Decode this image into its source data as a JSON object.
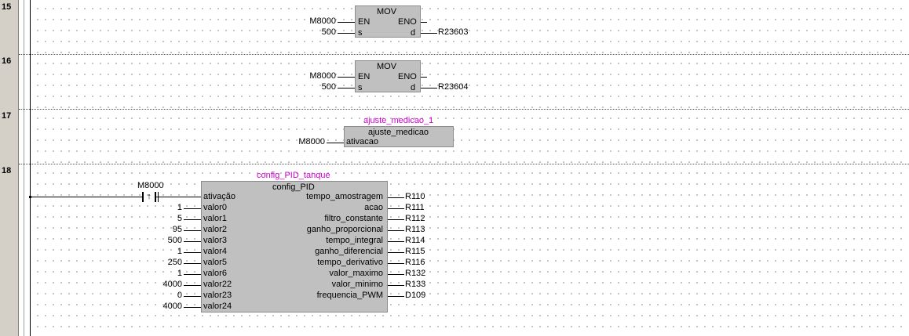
{
  "rows": [
    {
      "number": "15"
    },
    {
      "number": "16"
    },
    {
      "number": "17"
    },
    {
      "number": "18"
    }
  ],
  "rung15": {
    "title": "MOV",
    "en": "EN",
    "eno": "ENO",
    "s": "s",
    "d": "d",
    "contact": "M8000",
    "source": "500",
    "dest": "R23603"
  },
  "rung16": {
    "title": "MOV",
    "en": "EN",
    "eno": "ENO",
    "s": "s",
    "d": "d",
    "contact": "M8000",
    "source": "500",
    "dest": "R23604"
  },
  "rung17": {
    "instance": "ajuste_medicao_1",
    "title": "ajuste_medicao",
    "pin": "ativacao",
    "contact": "M8000"
  },
  "rung18": {
    "instance": "config_PID_tanque",
    "title": "config_PID",
    "contact": "M8000",
    "contact_symbol": "↑",
    "inputs": [
      {
        "pin": "ativação",
        "value": ""
      },
      {
        "pin": "valor0",
        "value": "1"
      },
      {
        "pin": "valor1",
        "value": "5"
      },
      {
        "pin": "valor2",
        "value": "95"
      },
      {
        "pin": "valor3",
        "value": "500"
      },
      {
        "pin": "valor4",
        "value": "1"
      },
      {
        "pin": "valor5",
        "value": "250"
      },
      {
        "pin": "valor6",
        "value": "1"
      },
      {
        "pin": "valor22",
        "value": "4000"
      },
      {
        "pin": "valor23",
        "value": "0"
      },
      {
        "pin": "valor24",
        "value": "4000"
      }
    ],
    "outputs": [
      {
        "pin": "tempo_amostragem",
        "dest": "R110"
      },
      {
        "pin": "acao",
        "dest": "R111"
      },
      {
        "pin": "filtro_constante",
        "dest": "R112"
      },
      {
        "pin": "ganho_proporcional",
        "dest": "R113"
      },
      {
        "pin": "tempo_integral",
        "dest": "R114"
      },
      {
        "pin": "ganho_diferencial",
        "dest": "R115"
      },
      {
        "pin": "tempo_derivativo",
        "dest": "R116"
      },
      {
        "pin": "valor_maximo",
        "dest": "R132"
      },
      {
        "pin": "valor_minimo",
        "dest": "R133"
      },
      {
        "pin": "frequencia_PWM",
        "dest": "D109"
      }
    ]
  }
}
